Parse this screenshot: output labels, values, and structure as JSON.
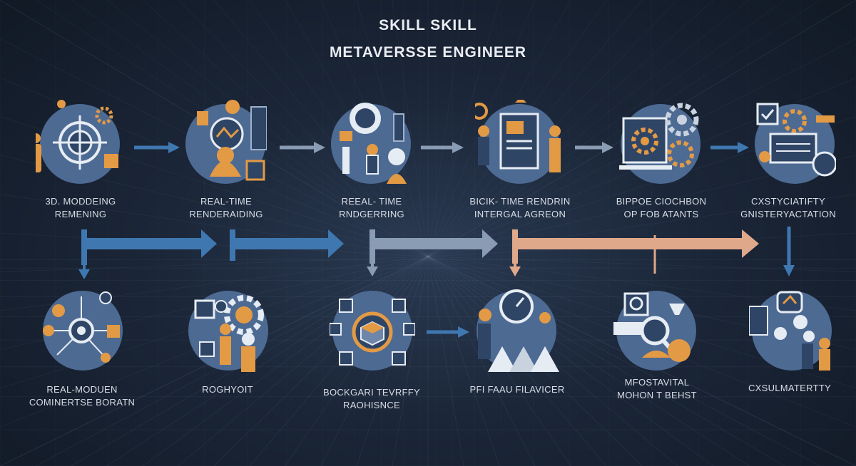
{
  "header": {
    "title_line1": "SKILL  SKILL",
    "title_line2": "METAVERSSE ENGINEER"
  },
  "colors": {
    "background": "#141d2b",
    "node_fill": "#4d6a93",
    "accent_orange": "#e39a45",
    "arrow_blue": "#3f77b0",
    "arrow_gray": "#8a9cb3",
    "arrow_peach": "#e0a88a",
    "text": "#d7dde6"
  },
  "row1": [
    {
      "icon": "gear-hub-icon",
      "line1": "3D. MODDEING",
      "line2": "REMENING"
    },
    {
      "icon": "rendering-team-icon",
      "line1": "REAL-TIME",
      "line2": "RENDERAIDING"
    },
    {
      "icon": "developer-desk-icon",
      "line1": "REEAL- TIME",
      "line2": "RNDGERRING"
    },
    {
      "icon": "control-panel-icon",
      "line1": "BICIK- TIME RENDRIN",
      "line2": "INTERGAL AGREON"
    },
    {
      "icon": "monitor-gears-icon",
      "line1": "BIPPOE CIOCHBON",
      "line2": "OP FOB ATANTS"
    },
    {
      "icon": "checklist-workflow-icon",
      "line1": "CXSTYCIATIFTY",
      "line2": "GNISTERYACTATION"
    }
  ],
  "row2": [
    {
      "icon": "network-node-icon",
      "line1": "REAL-MODUEN",
      "line2": "COMINERTSE BORATN"
    },
    {
      "icon": "gear-people-icon",
      "line1": "ROGHYOIT",
      "line2": ""
    },
    {
      "icon": "blockchain-cube-icon",
      "line1": "BOCKGARI TEVRFFY",
      "line2": "RAOHISNCE"
    },
    {
      "icon": "presenter-gauge-icon",
      "line1": "PFI FAAU FILAVICER",
      "line2": ""
    },
    {
      "icon": "finance-search-icon",
      "line1": "MFOSTAVITAL",
      "line2": "MOHON T BEHST"
    },
    {
      "icon": "collaboration-icon",
      "line1": "CXSULMATERTTY",
      "line2": ""
    }
  ]
}
